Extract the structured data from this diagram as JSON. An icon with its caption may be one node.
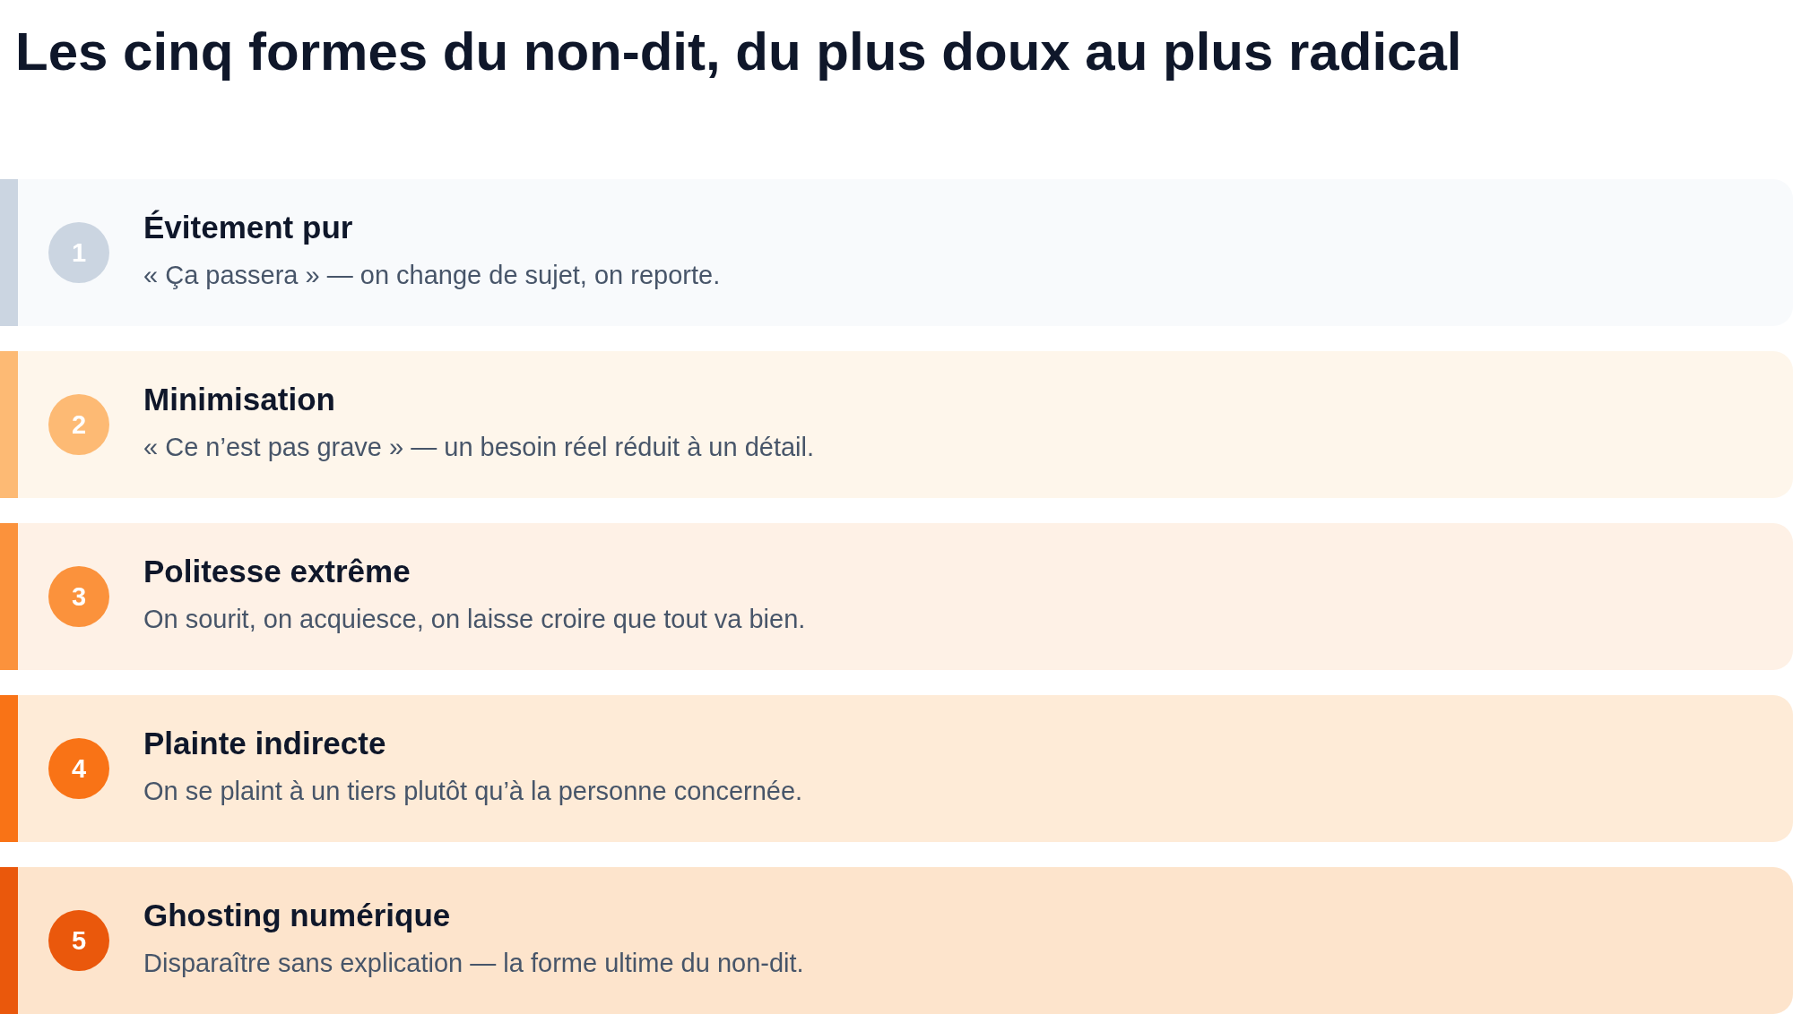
{
  "diagram": {
    "title": "Les cinq formes du non-dit, du plus doux au plus radical",
    "nodes": [
      {
        "text": [
          "Évitement pur",
          "« Ça passera » — on change de sujet, on reporte."
        ]
      },
      {
        "text": [
          "1"
        ],
        "in": 0
      },
      {
        "text": [
          "Minimisation",
          "« Ce n’est pas grave » — un besoin réel réduit à un détail."
        ]
      },
      {
        "text": [
          "2"
        ],
        "in": 2
      },
      {
        "text": [
          "Politesse extrême",
          "On sourit, on acquiesce, on laisse croire que tout va bien."
        ]
      },
      {
        "text": [
          "3"
        ],
        "in": 4
      },
      {
        "text": [
          "Plainte indirecte",
          "On se plaint à un tiers plutôt qu’à la personne concernée."
        ]
      },
      {
        "text": [
          "4"
        ],
        "in": 6
      },
      {
        "text": [
          "Ghosting numérique",
          "Disparaître sans explication — la forme ultime du non-dit."
        ]
      },
      {
        "text": [
          "5"
        ],
        "in": 8
      }
    ]
  }
}
